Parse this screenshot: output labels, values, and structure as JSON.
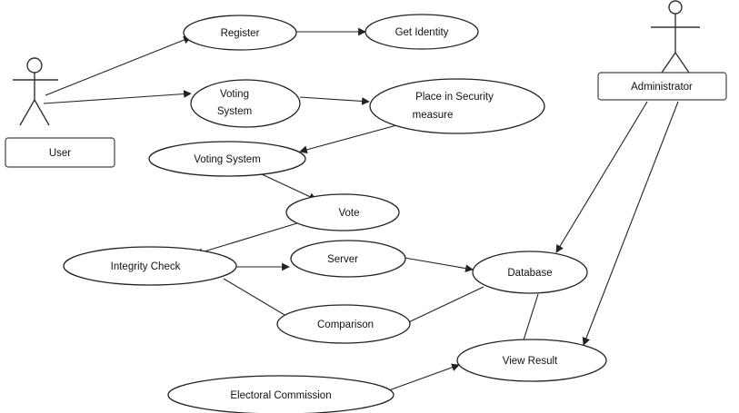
{
  "actors": {
    "user": "User",
    "administrator": "Administrator"
  },
  "use_cases": {
    "register": "Register",
    "get_identity": "Get Identity",
    "voting_system_1_line1": "Voting",
    "voting_system_1_line2": "System",
    "security_line1": "Place in Security",
    "security_line2": "measure",
    "voting_system_2": "Voting System",
    "vote": "Vote",
    "integrity_check": "Integrity Check",
    "server": "Server",
    "database": "Database",
    "comparison": "Comparison",
    "view_result": "View Result",
    "electoral_commission": "Electoral Commission"
  }
}
